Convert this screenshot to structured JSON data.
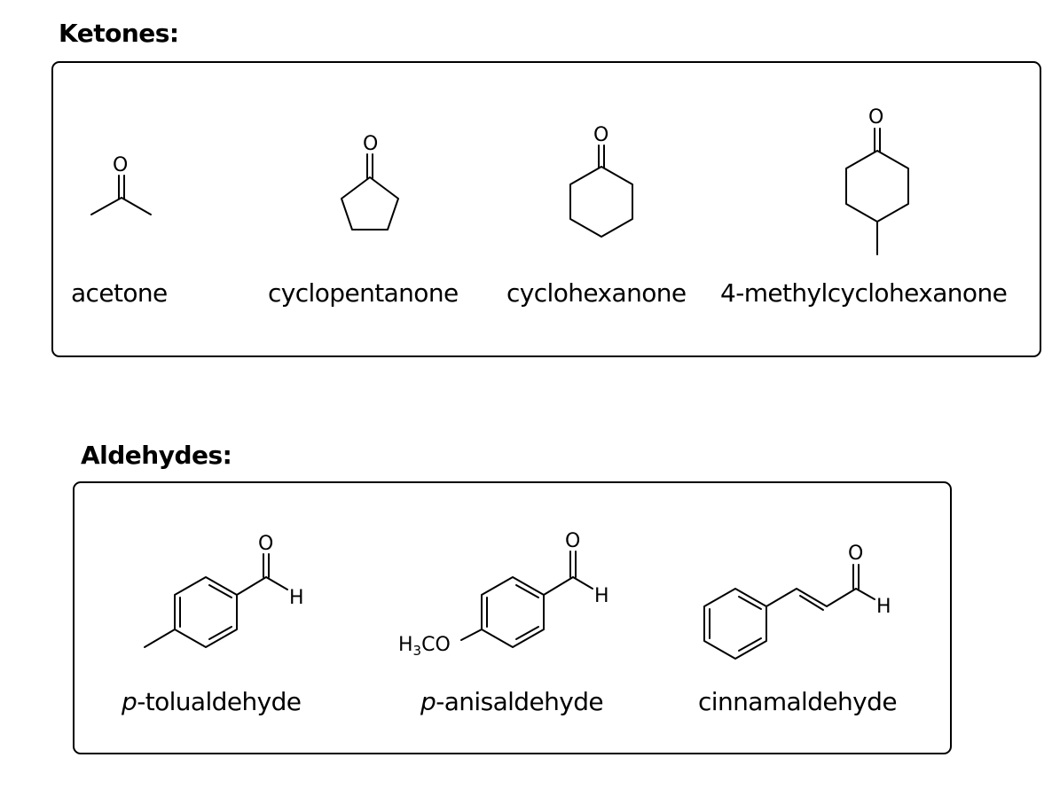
{
  "ketones": {
    "title": "Ketones:",
    "compounds": [
      {
        "name": "acetone"
      },
      {
        "name": "cyclopentanone"
      },
      {
        "name": "cyclohexanone"
      },
      {
        "name": "4-methylcyclohexanone"
      }
    ]
  },
  "aldehydes": {
    "title": "Aldehydes:",
    "compounds": [
      {
        "prefix": "p",
        "name": "-tolualdehyde"
      },
      {
        "prefix": "p",
        "name": "-anisaldehyde"
      },
      {
        "prefix": "",
        "name": "cinnamaldehyde"
      }
    ]
  },
  "atom_labels": {
    "oxygen": "O",
    "hydrogen": "H",
    "methoxy_h": "H",
    "methoxy_sub": "3",
    "methoxy_co": "CO"
  }
}
